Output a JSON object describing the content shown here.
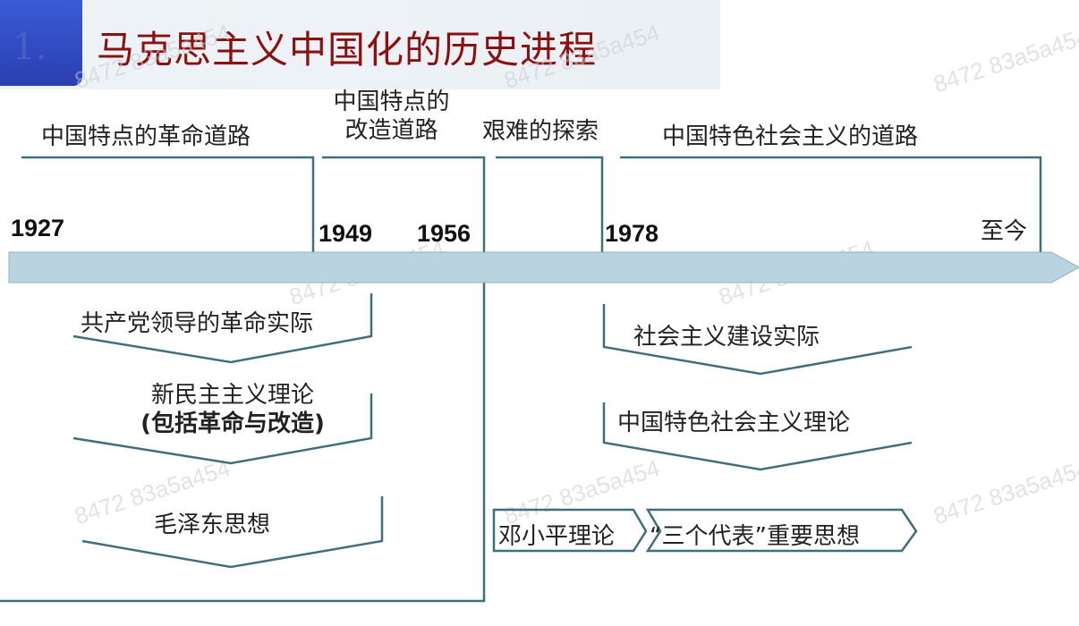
{
  "header": {
    "number": "1.",
    "title": "马克思主义中国化的历史进程"
  },
  "periods": [
    {
      "label": "中国特点的革命道路"
    },
    {
      "label_line1": "中国特点的",
      "label_line2": "改造道路"
    },
    {
      "label": "艰难的探索"
    },
    {
      "label": "中国特色社会主义的道路"
    }
  ],
  "years": [
    "1927",
    "1949",
    "1956",
    "1978",
    "至今"
  ],
  "left_column": [
    {
      "text": "共产党领导的革命实际"
    },
    {
      "line1": "新民主主义理论",
      "line2": "(包括革命与改造)"
    },
    {
      "text": "毛泽东思想"
    }
  ],
  "right_column": [
    {
      "text": "社会主义建设实际"
    },
    {
      "text": "中国特色社会主义理论"
    }
  ],
  "theories": [
    {
      "text": "邓小平理论"
    },
    {
      "text": "“三个代表”重要思想"
    }
  ],
  "watermark": "8472 83a5a454",
  "colors": {
    "title": "#8b1111",
    "timeline_fill": "#b9d3df",
    "line": "#3f6f7c",
    "number_box": "#2f47c2"
  }
}
